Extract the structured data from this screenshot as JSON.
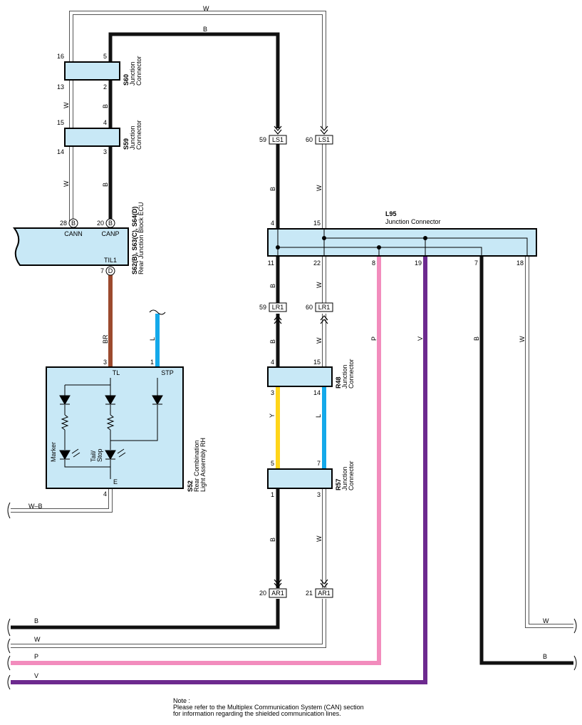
{
  "colors": {
    "black": "#111111",
    "pink": "#f28cbd",
    "purple": "#6d2a8f",
    "brown": "#9c4a2e",
    "blue": "#14a9ea",
    "yellow": "#ffd51a",
    "white_wire": "#ffffff",
    "box_fill": "#c8e8f6"
  },
  "wires": {
    "w": "W",
    "b": "B",
    "br": "BR",
    "l": "L",
    "y": "Y",
    "p": "P",
    "v": "V",
    "wb": "W–B"
  },
  "s60": {
    "id": "S60",
    "name1": "Junction",
    "name2": "Connector",
    "pins": [
      "16",
      "5",
      "13",
      "2"
    ]
  },
  "s59": {
    "id": "S59",
    "name1": "Junction",
    "name2": "Connector",
    "pins": [
      "15",
      "4",
      "14",
      "3"
    ]
  },
  "ecu": {
    "id": "S62(B), S63(C), S64(D)",
    "name": "Rear Junction Block ECU",
    "pin_cann": "28",
    "pin_canp": "20",
    "pin_til1": "7",
    "tag_b": "B",
    "tag_d": "D",
    "cann": "CANN",
    "canp": "CANP",
    "til1": "TIL1"
  },
  "s52": {
    "id": "S52",
    "name1": "Rear Combination",
    "name2": "Light Assembly RH",
    "tl": "TL",
    "stp": "STP",
    "e": "E",
    "marker": "Marker",
    "tail1": "Tail/",
    "tail2": "Stop",
    "pin_tl": "3",
    "pin_stp": "1",
    "pin_e": "4"
  },
  "l95": {
    "id": "L95",
    "name": "Junction Connector",
    "top_pins": [
      "4",
      "15"
    ],
    "bottom_pins": [
      "11",
      "22",
      "8",
      "19",
      "7",
      "18"
    ]
  },
  "ls1": {
    "tag": "LS1",
    "pins": [
      "59",
      "60"
    ]
  },
  "lr1": {
    "tag": "LR1",
    "pins": [
      "59",
      "60"
    ]
  },
  "r48": {
    "id": "R48",
    "name1": "Junction",
    "name2": "Connector",
    "pins": [
      "4",
      "15",
      "3",
      "14"
    ]
  },
  "r57": {
    "id": "R57",
    "name1": "Junction",
    "name2": "Connector",
    "pins": [
      "5",
      "7",
      "1",
      "3"
    ]
  },
  "ar1": {
    "tag": "AR1",
    "pins": [
      "20",
      "21"
    ]
  },
  "note": {
    "line1": "Note :",
    "line2": "Please refer to the Multiplex Communication System (CAN) section",
    "line3": "for information regarding the shielded communication lines."
  }
}
